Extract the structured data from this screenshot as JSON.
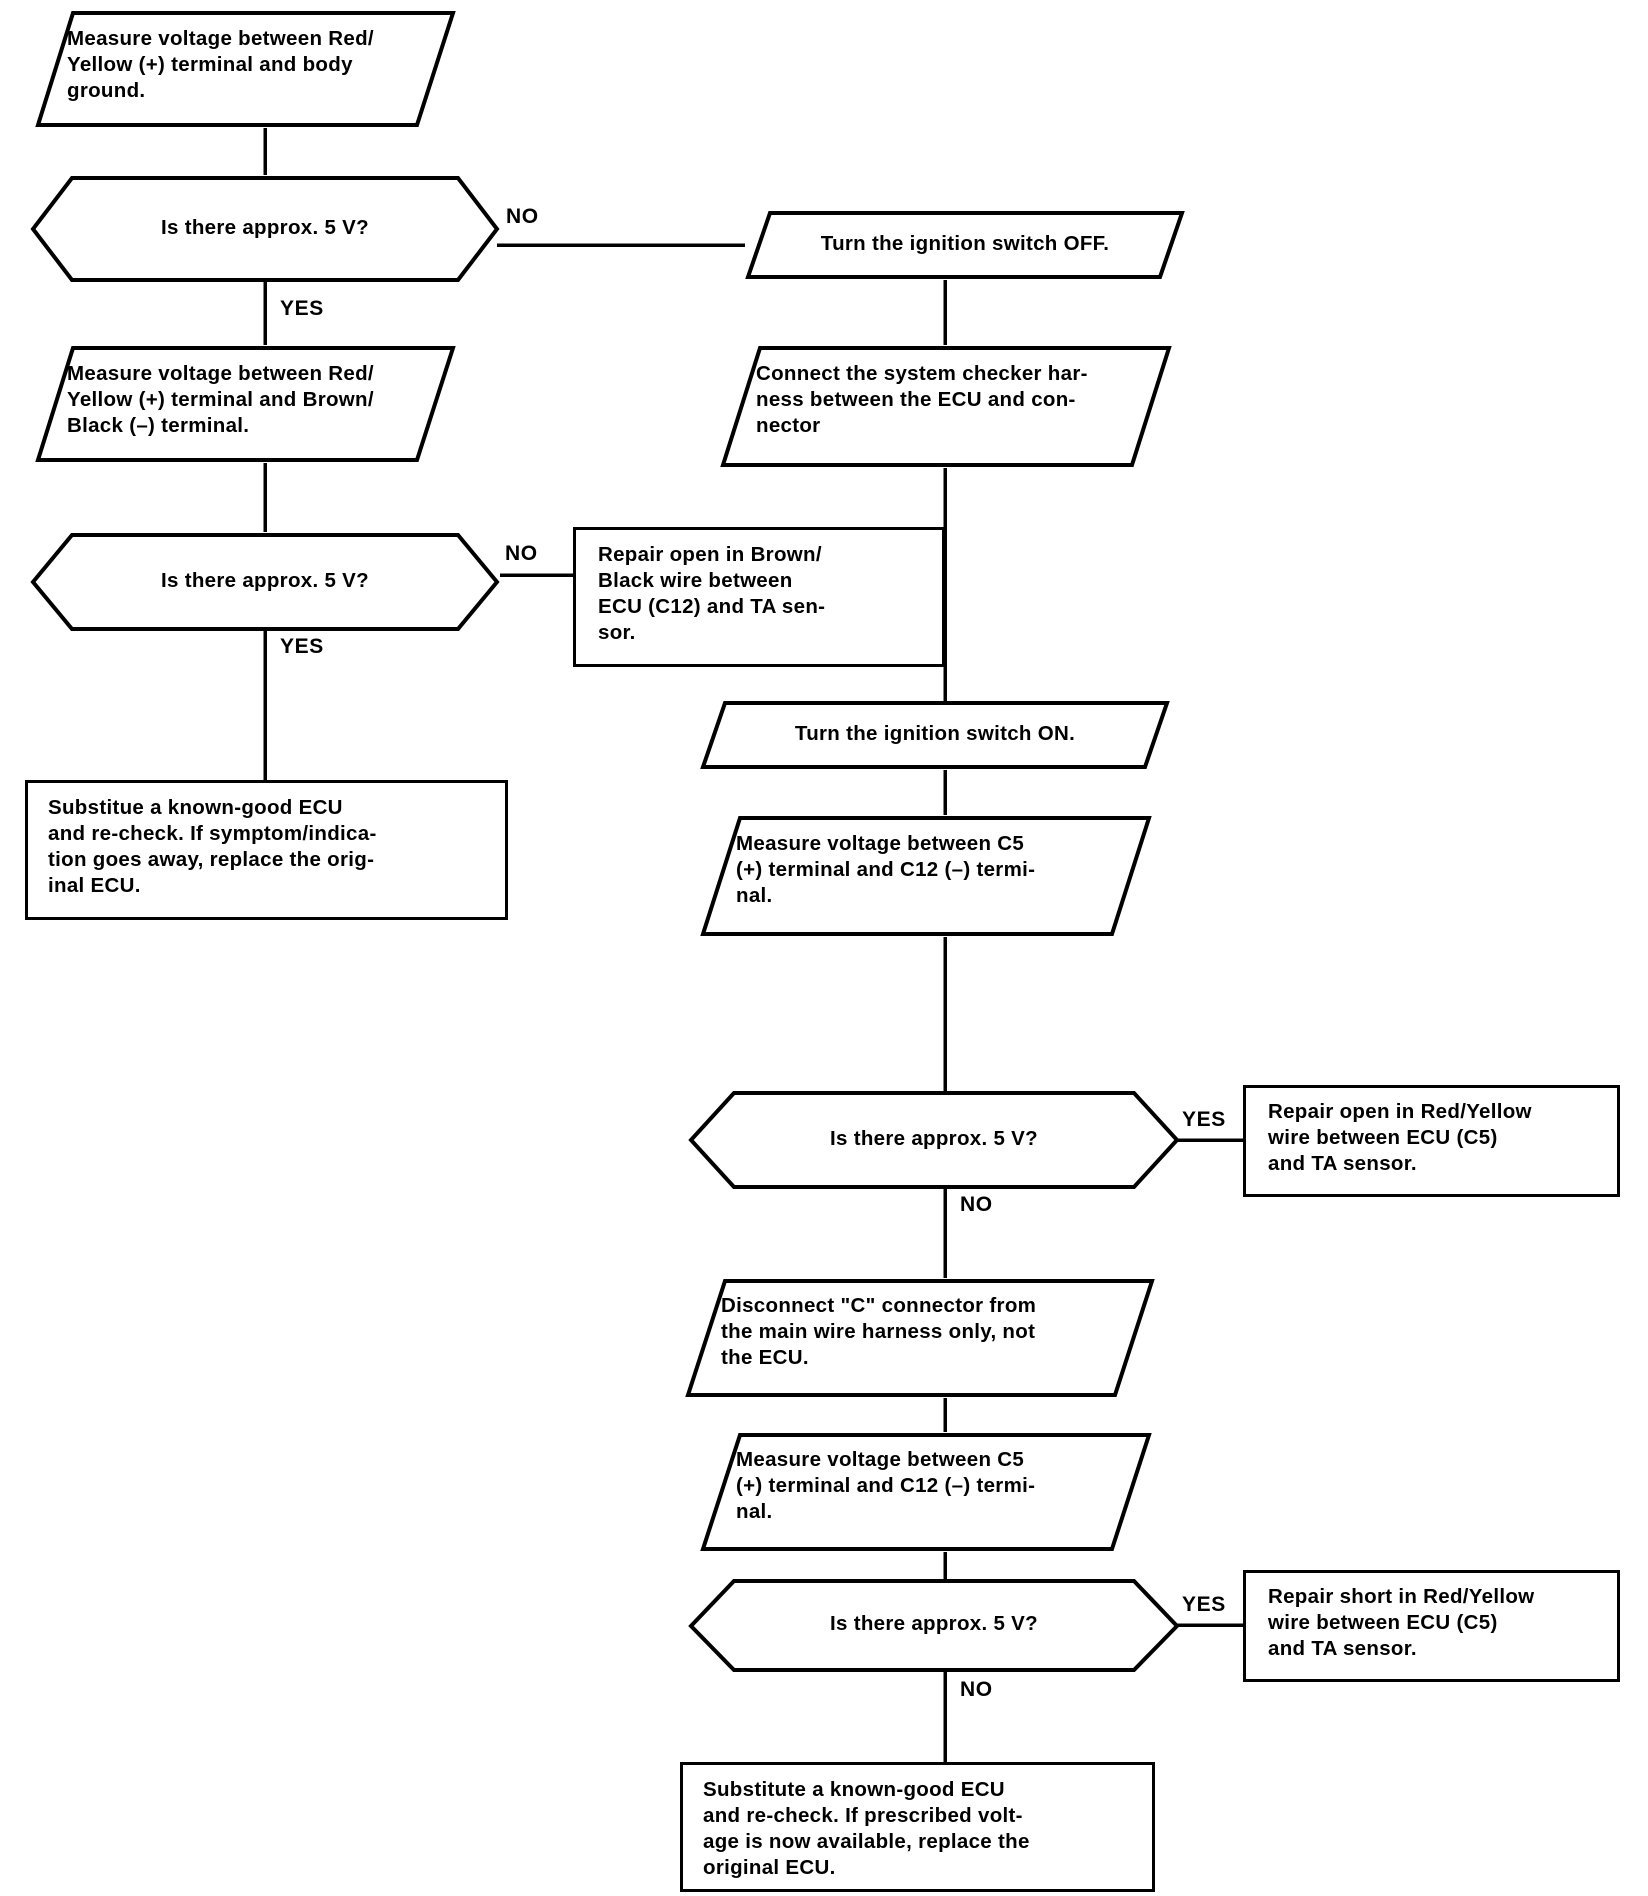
{
  "diagram": {
    "title": "ECU TA sensor circuit troubleshooting flowchart",
    "type": "flowchart",
    "stroke_color": "#000000",
    "background_color": "#ffffff",
    "nodes": [
      {
        "id": "n1",
        "shape": "parallelogram",
        "text": "Measure voltage between Red/\nYellow (+) terminal and body\nground."
      },
      {
        "id": "n2",
        "shape": "hexagon",
        "text": "Is there approx. 5 V?"
      },
      {
        "id": "n3",
        "shape": "parallelogram",
        "text": "Measure voltage between Red/\nYellow (+) terminal and Brown/\nBlack (–) terminal."
      },
      {
        "id": "n4",
        "shape": "hexagon",
        "text": "Is there approx. 5 V?"
      },
      {
        "id": "n5",
        "shape": "rectangle",
        "text": "Substitue a known-good ECU\nand re-check. If symptom/indica-\ntion goes away, replace the orig-\ninal ECU."
      },
      {
        "id": "n6",
        "shape": "parallelogram",
        "text": "Turn the ignition switch OFF."
      },
      {
        "id": "n7",
        "shape": "parallelogram",
        "text": "Connect the system checker har-\nness between the ECU and con-\nnector"
      },
      {
        "id": "n8",
        "shape": "rectangle",
        "text": "Repair open in Brown/\nBlack wire between\nECU (C12) and TA sen-\nsor."
      },
      {
        "id": "n9",
        "shape": "parallelogram",
        "text": "Turn the ignition switch ON."
      },
      {
        "id": "n10",
        "shape": "parallelogram",
        "text": "Measure voltage between C5\n(+) terminal and C12 (–) termi-\nnal."
      },
      {
        "id": "n11",
        "shape": "hexagon",
        "text": "Is there approx. 5 V?"
      },
      {
        "id": "n12",
        "shape": "rectangle",
        "text": "Repair open in Red/Yellow\nwire between ECU (C5)\nand TA sensor."
      },
      {
        "id": "n13",
        "shape": "parallelogram",
        "text": "Disconnect \"C\" connector from\nthe main wire harness only, not\nthe ECU."
      },
      {
        "id": "n14",
        "shape": "parallelogram",
        "text": "Measure voltage between C5\n(+) terminal and C12 (–) termi-\nnal."
      },
      {
        "id": "n15",
        "shape": "hexagon",
        "text": "Is there approx. 5 V?"
      },
      {
        "id": "n16",
        "shape": "rectangle",
        "text": "Repair short in Red/Yellow\nwire between ECU (C5)\nand TA sensor."
      },
      {
        "id": "n17",
        "shape": "rectangle",
        "text": "Substitute a known-good ECU\nand re-check. If prescribed volt-\nage is now available, replace the\noriginal ECU."
      }
    ],
    "edge_labels": {
      "e1_no": "NO",
      "e1_yes": "YES",
      "e2_no": "NO",
      "e2_yes": "YES",
      "e3_yes": "YES",
      "e3_no": "NO",
      "e4_yes": "YES",
      "e4_no": "NO"
    }
  }
}
